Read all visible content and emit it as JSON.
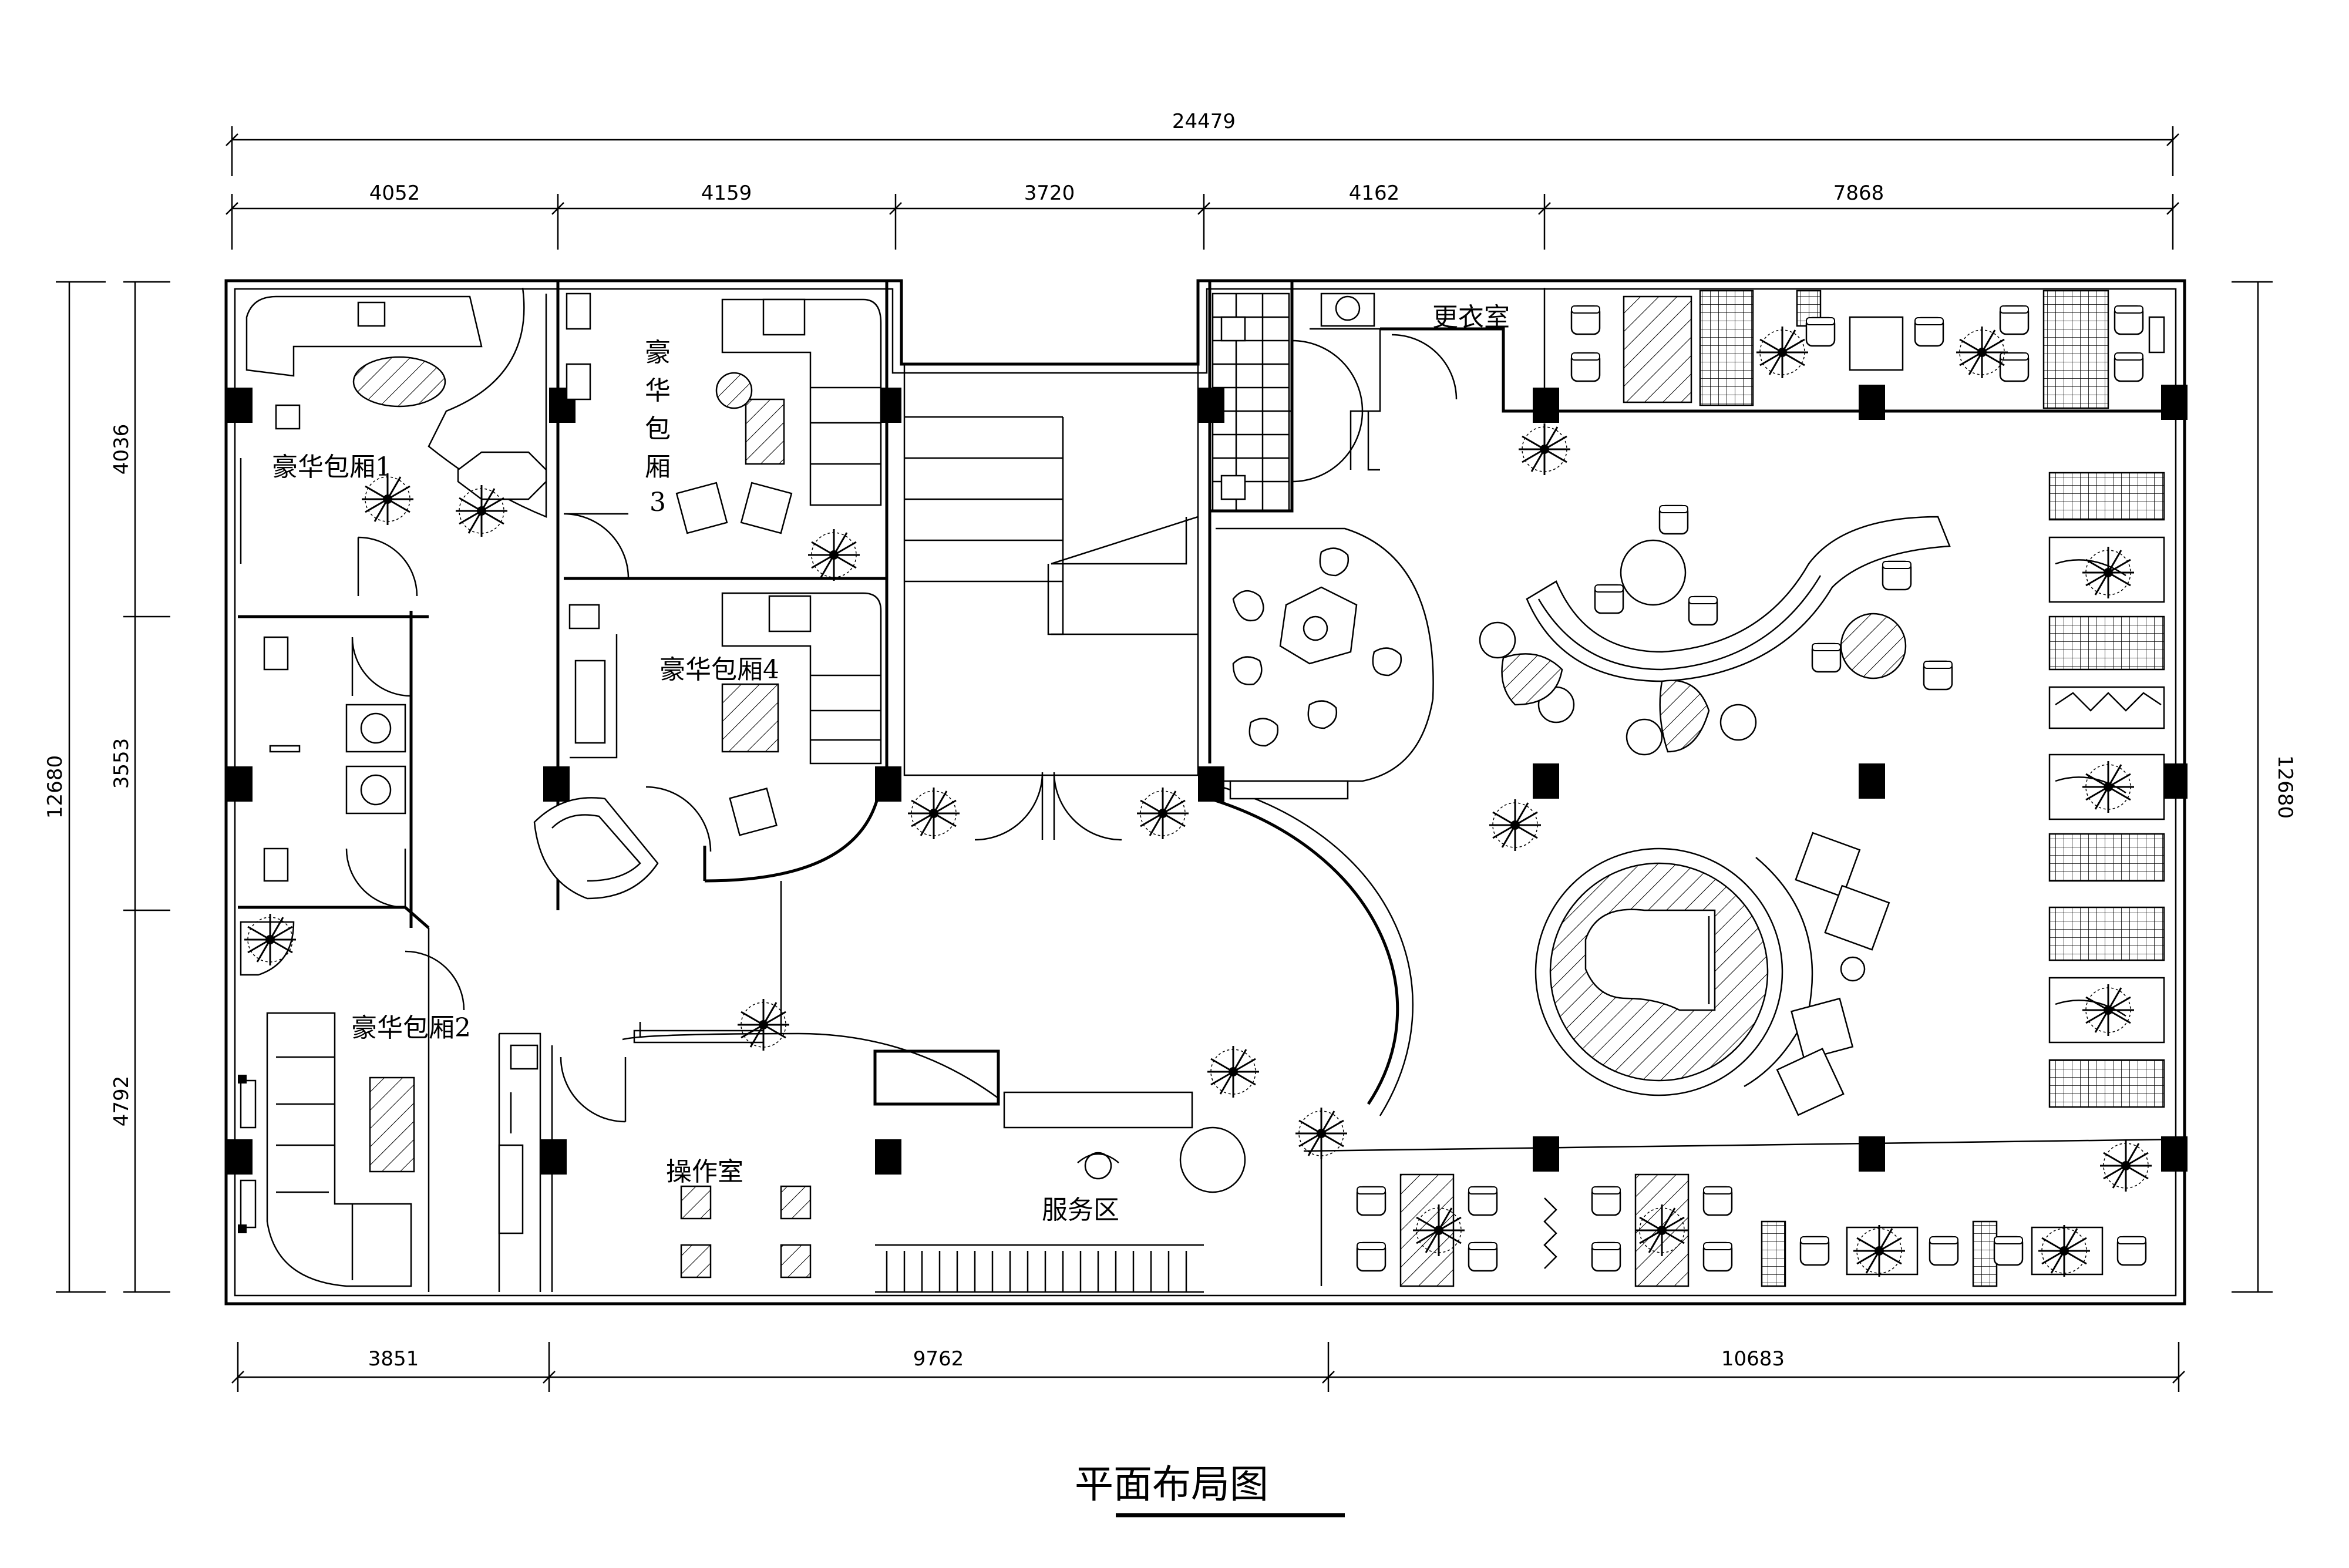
{
  "drawing": {
    "title": "平面布局图"
  },
  "dimensions": {
    "overall_top": "24479",
    "top_segments": [
      "4052",
      "4159",
      "3720",
      "4162",
      "7868"
    ],
    "left_overall": "12680",
    "left_segments": [
      "4036",
      "3553",
      "4792"
    ],
    "right_overall": "12680",
    "bottom_segments": [
      "3851",
      "9762",
      "10683"
    ]
  },
  "rooms": {
    "vip1": "豪华包厢1",
    "vip2": "豪华包厢2",
    "vip3_line1": "豪",
    "vip3_line2": "华",
    "vip3_line3": "包",
    "vip3_line4": "厢",
    "vip3_line5": "3",
    "vip4": "豪华包厢4",
    "changing": "更衣室",
    "operation": "操作室",
    "service": "服务区"
  },
  "colors": {
    "line": "#000000",
    "background": "#ffffff"
  }
}
